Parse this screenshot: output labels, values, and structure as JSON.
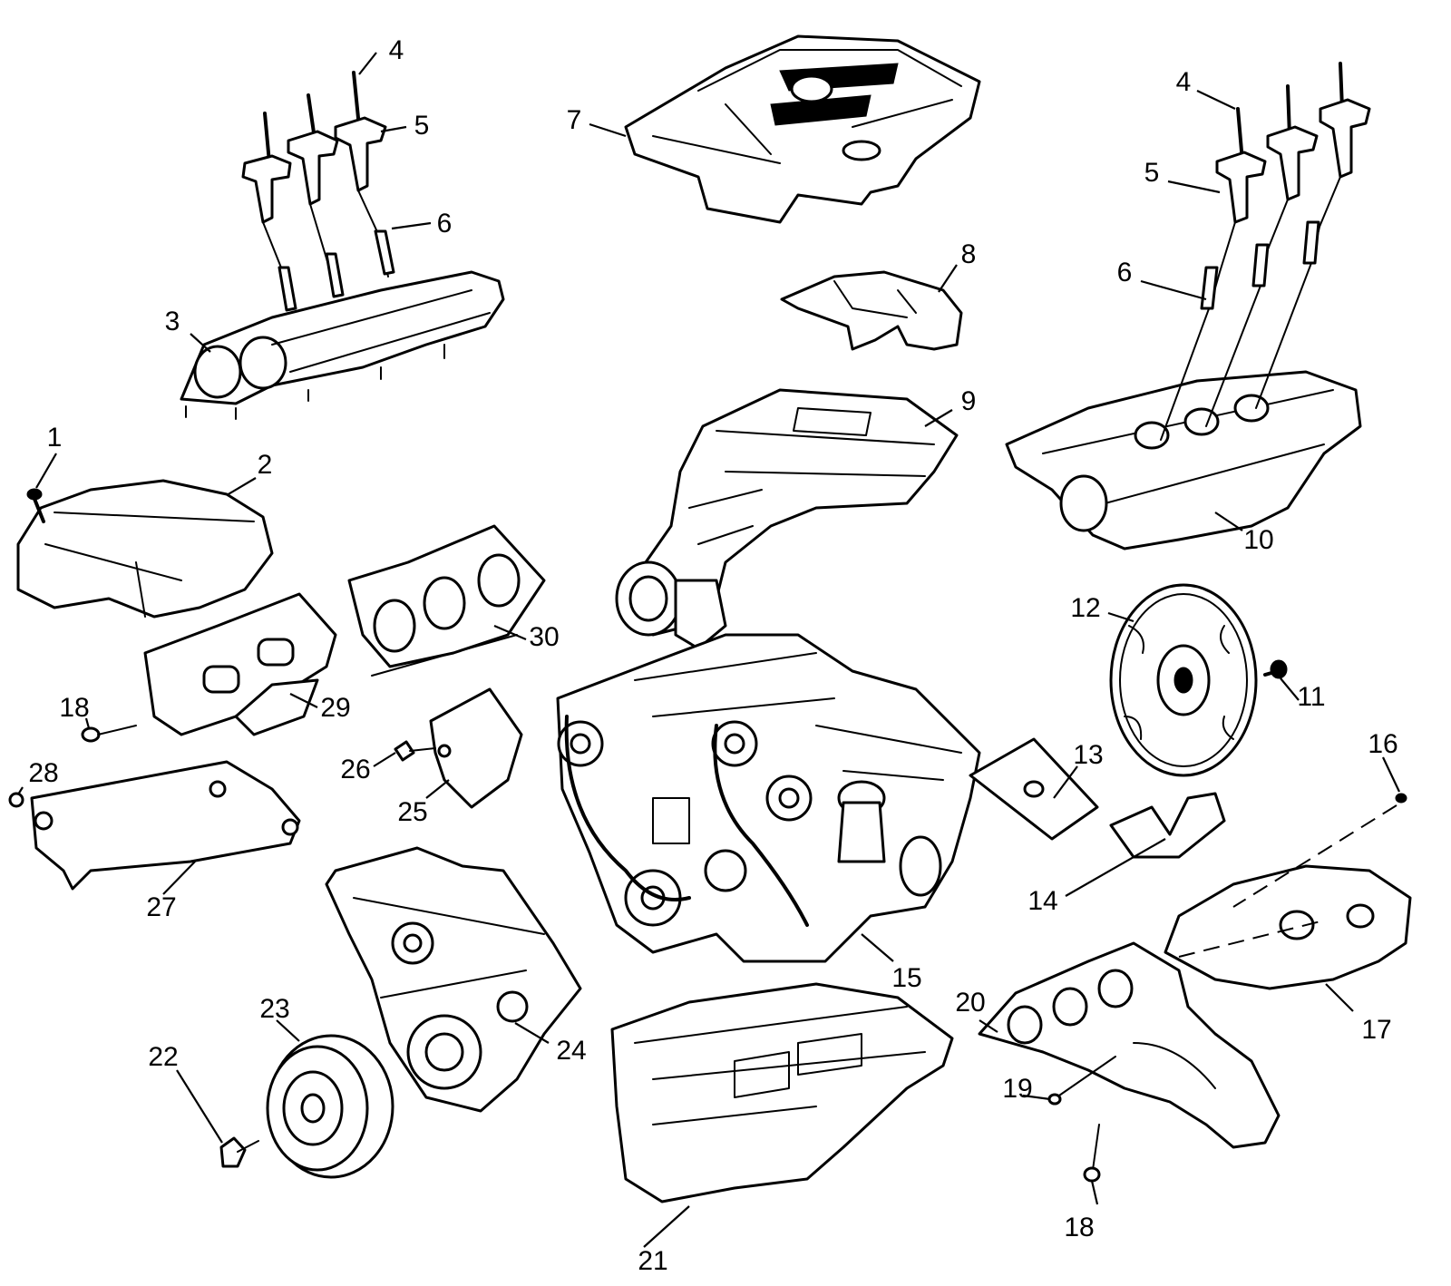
{
  "diagram": {
    "colors": {
      "line": "#000000",
      "background": "#ffffff"
    },
    "callouts": [
      {
        "id": "c1",
        "text": "1"
      },
      {
        "id": "c2",
        "text": "2"
      },
      {
        "id": "c3",
        "text": "3"
      },
      {
        "id": "c4a",
        "text": "4"
      },
      {
        "id": "c4b",
        "text": "4"
      },
      {
        "id": "c5a",
        "text": "5"
      },
      {
        "id": "c5b",
        "text": "5"
      },
      {
        "id": "c6a",
        "text": "6"
      },
      {
        "id": "c6b",
        "text": "6"
      },
      {
        "id": "c7",
        "text": "7"
      },
      {
        "id": "c8",
        "text": "8"
      },
      {
        "id": "c9",
        "text": "9"
      },
      {
        "id": "c10",
        "text": "10"
      },
      {
        "id": "c11",
        "text": "11"
      },
      {
        "id": "c12",
        "text": "12"
      },
      {
        "id": "c13",
        "text": "13"
      },
      {
        "id": "c14",
        "text": "14"
      },
      {
        "id": "c15",
        "text": "15"
      },
      {
        "id": "c16",
        "text": "16"
      },
      {
        "id": "c17",
        "text": "17"
      },
      {
        "id": "c18a",
        "text": "18"
      },
      {
        "id": "c18b",
        "text": "18"
      },
      {
        "id": "c19",
        "text": "19"
      },
      {
        "id": "c20",
        "text": "20"
      },
      {
        "id": "c21",
        "text": "21"
      },
      {
        "id": "c22",
        "text": "22"
      },
      {
        "id": "c23",
        "text": "23"
      },
      {
        "id": "c24",
        "text": "24"
      },
      {
        "id": "c25",
        "text": "25"
      },
      {
        "id": "c26",
        "text": "26"
      },
      {
        "id": "c27",
        "text": "27"
      },
      {
        "id": "c28",
        "text": "28"
      },
      {
        "id": "c29",
        "text": "29"
      },
      {
        "id": "c30",
        "text": "30"
      }
    ]
  }
}
